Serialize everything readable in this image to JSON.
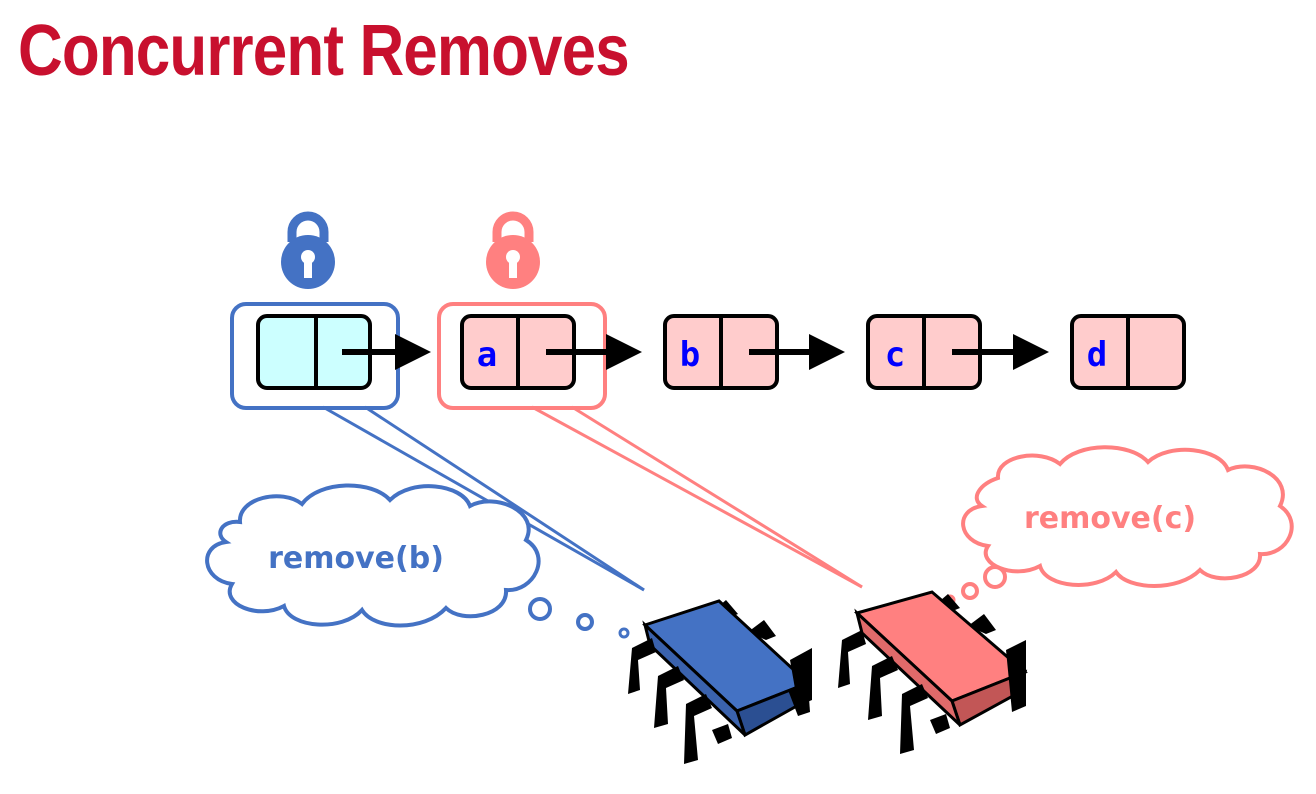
{
  "title": "Concurrent Removes",
  "colors": {
    "title": "#c8102e",
    "blue": "#4472c4",
    "pink": "#ff8080",
    "head_fill": "#ccffff",
    "node_fill": "#ffcccc",
    "letter": "#0000ff",
    "outline": "#000000"
  },
  "list": {
    "head": {
      "label": ""
    },
    "nodes": [
      {
        "label": "a"
      },
      {
        "label": "b"
      },
      {
        "label": "c"
      },
      {
        "label": "d"
      }
    ]
  },
  "locks": [
    {
      "icon": "padlock-icon",
      "color": "blue",
      "held_on": "head"
    },
    {
      "icon": "padlock-icon",
      "color": "pink",
      "held_on": "a"
    }
  ],
  "threads": [
    {
      "icon": "processor-icon",
      "color": "blue",
      "thought": "remove(b)"
    },
    {
      "icon": "processor-icon",
      "color": "pink",
      "thought": "remove(c)"
    }
  ]
}
